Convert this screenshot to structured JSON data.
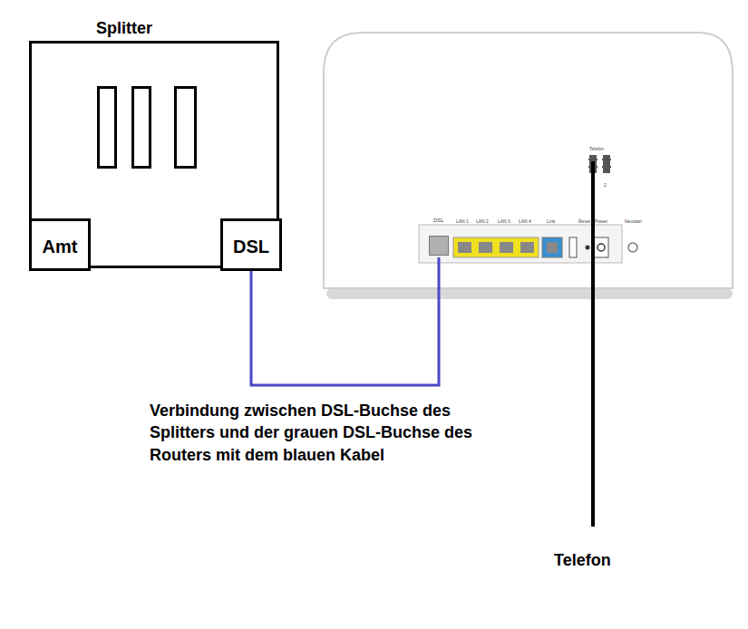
{
  "diagram": {
    "nodes": [
      {
        "text": [
          "Splitter"
        ]
      },
      {
        "text": [
          "Amt"
        ],
        "in": 0
      },
      {
        "text": [
          "DSL"
        ],
        "in": 0
      },
      {
        "text": [
          "DSL"
        ]
      }
    ],
    "edges": [
      {
        "from": 2,
        "to": 3,
        "arrow": "none"
      }
    ],
    "labels": [
      "Verbindung zwischen DSL-Buchse des Splitters und der grauen DSL-Buchse des Routers mit dem blauen Kabel",
      "Telefon",
      "LAN 1",
      "LAN 2",
      "LAN 3",
      "LAN 4",
      "Link",
      "Reset",
      "Power",
      "Neustart",
      "Telefon",
      "2"
    ]
  }
}
